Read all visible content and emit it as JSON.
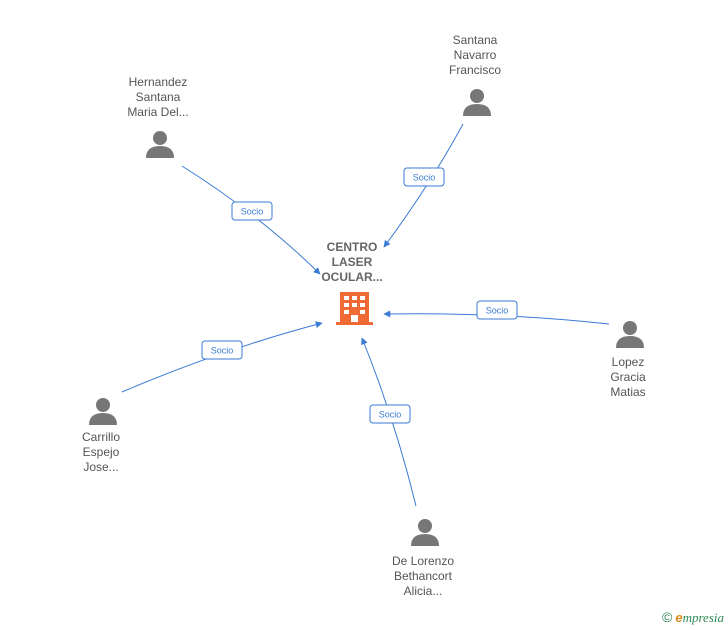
{
  "center": {
    "lines": [
      "CENTRO",
      "LASER",
      "OCULAR..."
    ],
    "icon": "building-icon",
    "color": "#f06a35"
  },
  "people": [
    {
      "id": "hernandez",
      "lines": [
        "Hernandez",
        "Santana",
        "Maria Del..."
      ],
      "icon": "person-icon",
      "relation": "Socio"
    },
    {
      "id": "santana",
      "lines": [
        "Santana",
        "Navarro",
        "Francisco"
      ],
      "icon": "person-icon",
      "relation": "Socio"
    },
    {
      "id": "lopez",
      "lines": [
        "Lopez",
        "Gracia",
        "Matias"
      ],
      "icon": "person-icon",
      "relation": "Socio"
    },
    {
      "id": "carrillo",
      "lines": [
        "Carrillo",
        "Espejo",
        "Jose..."
      ],
      "icon": "person-icon",
      "relation": "Socio"
    },
    {
      "id": "delorenzo",
      "lines": [
        "De Lorenzo",
        "Bethancort",
        "Alicia..."
      ],
      "icon": "person-icon",
      "relation": "Socio"
    }
  ],
  "colors": {
    "edge": "#3a7bd5",
    "person": "#777777"
  },
  "footer": {
    "copyright_symbol": "©",
    "brand_initial": "e",
    "brand_rest": "mpresia"
  }
}
